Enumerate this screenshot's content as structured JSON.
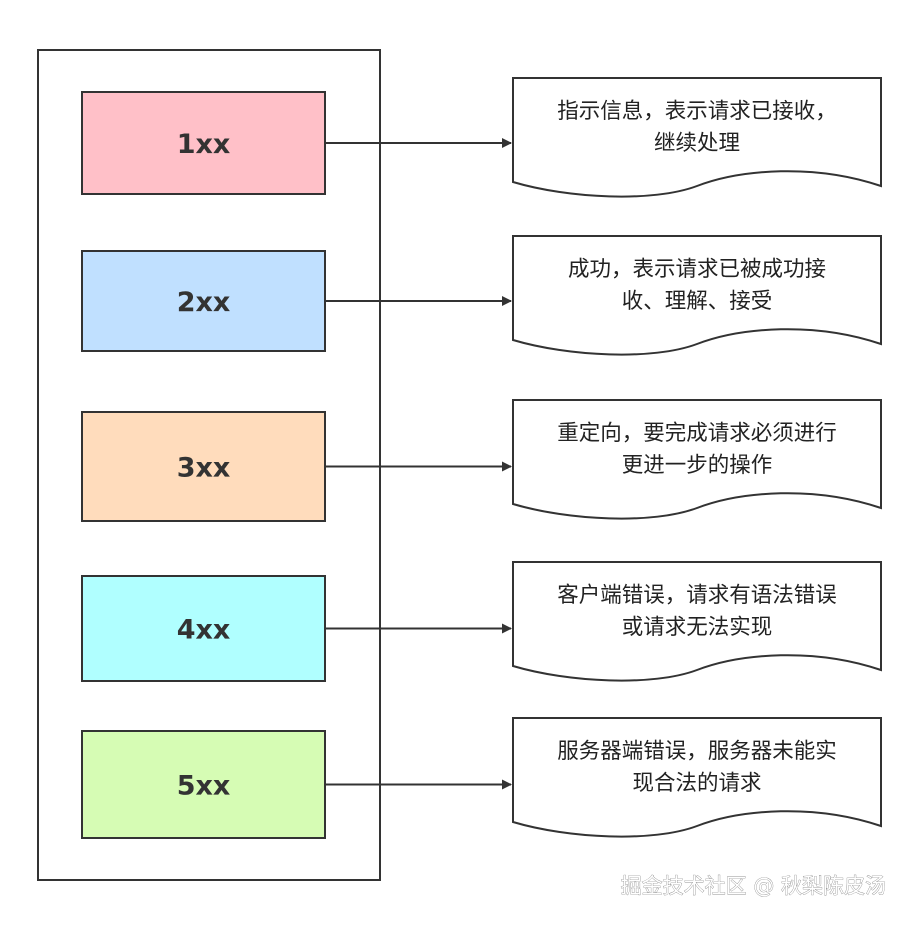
{
  "status_codes": [
    {
      "code": "1xx",
      "fill": "#ffc0c8",
      "description_lines": [
        "指示信息，表示请求已接收，",
        "继续处理"
      ]
    },
    {
      "code": "2xx",
      "fill": "#c0e0ff",
      "description_lines": [
        "成功，表示请求已被成功接",
        "收、理解、接受"
      ]
    },
    {
      "code": "3xx",
      "fill": "#ffdcbc",
      "description_lines": [
        "重定向，要完成请求必须进行",
        "更进一步的操作"
      ]
    },
    {
      "code": "4xx",
      "fill": "#b0ffff",
      "description_lines": [
        "客户端错误，请求有语法错误",
        "或请求无法实现"
      ]
    },
    {
      "code": "5xx",
      "fill": "#d6fcb4",
      "description_lines": [
        "服务器端错误，服务器未能实",
        "现合法的请求"
      ]
    }
  ],
  "colors": {
    "stroke": "#333333",
    "document_fill": "#ffffff"
  },
  "watermark": "掘金技术社区 @ 秋梨陈皮汤"
}
